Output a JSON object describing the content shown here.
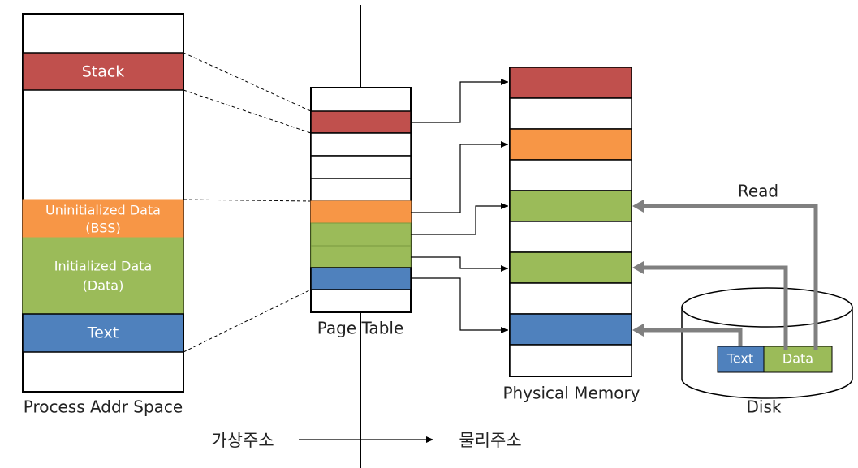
{
  "process_space": {
    "caption": "Process Addr Space",
    "segments": {
      "stack": "Stack",
      "bss_line1": "Uninitialized Data",
      "bss_line2": "(BSS)",
      "data_line1": "Initialized Data",
      "data_line2": "(Data)",
      "text": "Text"
    }
  },
  "page_table": {
    "caption": "Page Table"
  },
  "physical_memory": {
    "caption": "Physical Memory"
  },
  "disk": {
    "caption": "Disk",
    "text_label": "Text",
    "data_label": "Data"
  },
  "read_label": "Read",
  "address_axis": {
    "virtual": "가상주소",
    "physical": "물리주소"
  },
  "colors": {
    "stack": "#c0504d",
    "bss": "#f79646",
    "data": "#9bbb59",
    "text": "#4f81bd",
    "arrow_gray": "#808080"
  }
}
